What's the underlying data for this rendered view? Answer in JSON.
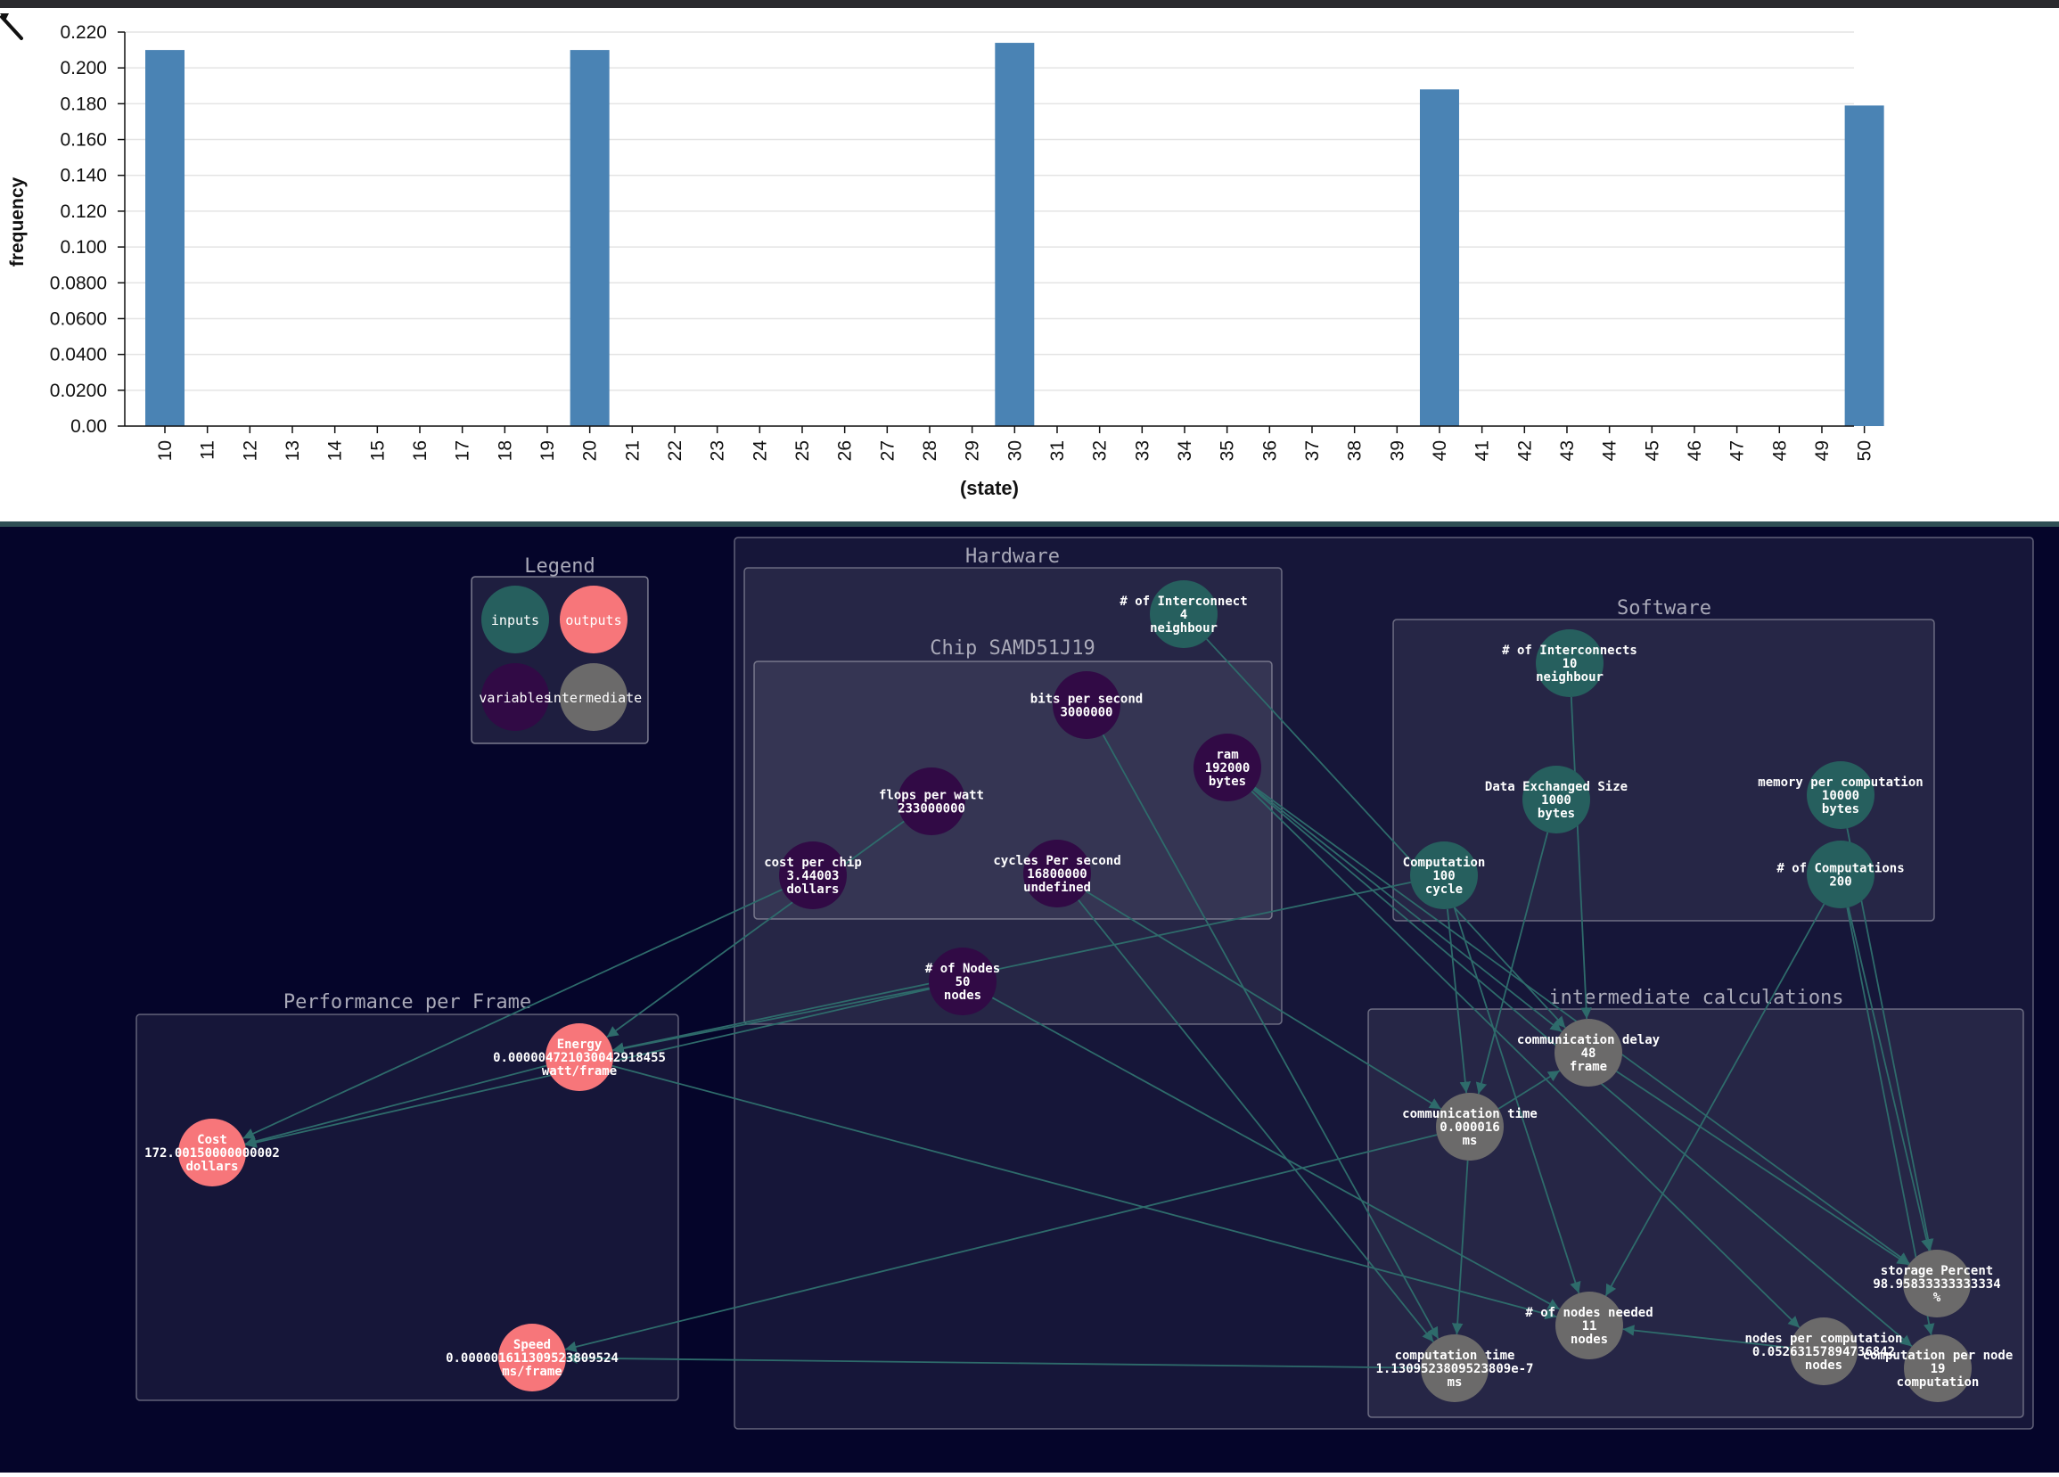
{
  "toolbar": {
    "tool_icon": "wrench-icon"
  },
  "chart_data": {
    "type": "bar",
    "categories": [
      "10",
      "11",
      "12",
      "13",
      "14",
      "15",
      "16",
      "17",
      "18",
      "19",
      "20",
      "21",
      "22",
      "23",
      "24",
      "25",
      "26",
      "27",
      "28",
      "29",
      "30",
      "31",
      "32",
      "33",
      "34",
      "35",
      "36",
      "37",
      "38",
      "39",
      "40",
      "41",
      "42",
      "43",
      "44",
      "45",
      "46",
      "47",
      "48",
      "49",
      "50"
    ],
    "values": [
      0.21,
      0,
      0,
      0,
      0,
      0,
      0,
      0,
      0,
      0,
      0.21,
      0,
      0,
      0,
      0,
      0,
      0,
      0,
      0,
      0,
      0.214,
      0,
      0,
      0,
      0,
      0,
      0,
      0,
      0,
      0,
      0.188,
      0,
      0,
      0,
      0,
      0,
      0,
      0,
      0,
      0,
      0.179
    ],
    "yticks": [
      "0.00",
      "0.0200",
      "0.0400",
      "0.0600",
      "0.0800",
      "0.100",
      "0.120",
      "0.140",
      "0.160",
      "0.180",
      "0.200",
      "0.220"
    ],
    "xlabel": "(state)",
    "ylabel": "frequency",
    "ylim": [
      0,
      0.22
    ],
    "grid": true,
    "bar_color": "#4a83b4"
  },
  "graph": {
    "colors": {
      "inputs": "#265f5e",
      "outputs": "#f7767a",
      "variables": "#310a45",
      "intermediate": "#6b6a6a",
      "edge": "#2e6b6b"
    },
    "legend": {
      "title": "Legend",
      "items": [
        {
          "label": "inputs",
          "kind": "inputs"
        },
        {
          "label": "outputs",
          "kind": "outputs"
        },
        {
          "label": "variables",
          "kind": "variables"
        },
        {
          "label": "intermediate",
          "kind": "intermediate"
        }
      ]
    },
    "groups": [
      {
        "id": "hardware",
        "title": "Hardware"
      },
      {
        "id": "hardware-inner",
        "title": ""
      },
      {
        "id": "chip",
        "title": "Chip SAMD51J19"
      },
      {
        "id": "software",
        "title": "Software"
      },
      {
        "id": "performance",
        "title": "Performance per Frame"
      },
      {
        "id": "intermediate",
        "title": "intermediate calculations"
      }
    ],
    "nodes": [
      {
        "id": "hw_interconnect",
        "kind": "inputs",
        "lines": [
          "# of Interconnect",
          "4",
          "neighbour"
        ]
      },
      {
        "id": "bits",
        "kind": "variables",
        "lines": [
          "bits per second",
          "3000000"
        ]
      },
      {
        "id": "ram",
        "kind": "variables",
        "lines": [
          "ram",
          "192000",
          "bytes"
        ]
      },
      {
        "id": "flops",
        "kind": "variables",
        "lines": [
          "flops per watt",
          "233000000"
        ]
      },
      {
        "id": "cost_chip",
        "kind": "variables",
        "lines": [
          "cost per chip",
          "3.44003",
          "dollars"
        ]
      },
      {
        "id": "cycles",
        "kind": "variables",
        "lines": [
          "cycles Per second",
          "16800000",
          "undefined"
        ]
      },
      {
        "id": "nodes",
        "kind": "variables",
        "lines": [
          "# of Nodes",
          "50",
          "nodes"
        ]
      },
      {
        "id": "sw_interconnects",
        "kind": "inputs",
        "lines": [
          "# of Interconnects",
          "10",
          "neighbour"
        ]
      },
      {
        "id": "data_size",
        "kind": "inputs",
        "lines": [
          "Data Exchanged Size",
          "1000",
          "bytes"
        ]
      },
      {
        "id": "mem_comp",
        "kind": "inputs",
        "lines": [
          "memory per computation",
          "10000",
          "bytes"
        ]
      },
      {
        "id": "computation",
        "kind": "inputs",
        "lines": [
          "Computation",
          "100",
          "cycle"
        ]
      },
      {
        "id": "num_comp",
        "kind": "inputs",
        "lines": [
          "# of Computations",
          "200"
        ]
      },
      {
        "id": "energy",
        "kind": "outputs",
        "lines": [
          "Energy",
          "0.000004721030042918455",
          "watt/frame"
        ]
      },
      {
        "id": "cost",
        "kind": "outputs",
        "lines": [
          "Cost",
          "172.00150000000002",
          "dollars"
        ]
      },
      {
        "id": "speed",
        "kind": "outputs",
        "lines": [
          "Speed",
          "0.0000016113095238095​24",
          "ms/frame"
        ]
      },
      {
        "id": "comm_delay",
        "kind": "intermediate",
        "lines": [
          "communication delay",
          "48",
          "frame"
        ]
      },
      {
        "id": "comm_time",
        "kind": "intermediate",
        "lines": [
          "communication time",
          "0.000016",
          "ms"
        ]
      },
      {
        "id": "nodes_needed",
        "kind": "intermediate",
        "lines": [
          "# of nodes needed",
          "11",
          "nodes"
        ]
      },
      {
        "id": "storage",
        "kind": "intermediate",
        "lines": [
          "storage Percent",
          "98.95833333333334",
          "%"
        ]
      },
      {
        "id": "nodes_per_comp",
        "kind": "intermediate",
        "lines": [
          "nodes per computation",
          "0.05263157894736842",
          "nodes"
        ]
      },
      {
        "id": "comp_per_node",
        "kind": "intermediate",
        "lines": [
          "computation per node",
          "19",
          "computation"
        ]
      },
      {
        "id": "comp_time",
        "kind": "intermediate",
        "lines": [
          "computation time",
          "1.1309523809523809e-7",
          "ms"
        ]
      }
    ],
    "edges": [
      [
        "cost_chip",
        "cost"
      ],
      [
        "nodes",
        "cost"
      ],
      [
        "flops",
        "energy"
      ],
      [
        "nodes",
        "energy"
      ],
      [
        "computation",
        "energy"
      ],
      [
        "energy",
        "cost"
      ],
      [
        "comm_time",
        "speed"
      ],
      [
        "comp_time",
        "speed"
      ],
      [
        "nodes",
        "nodes_needed"
      ],
      [
        "hw_interconnect",
        "comm_delay"
      ],
      [
        "bits",
        "comp_time"
      ],
      [
        "ram",
        "comm_delay"
      ],
      [
        "ram",
        "storage"
      ],
      [
        "ram",
        "nodes_per_comp"
      ],
      [
        "cycles",
        "comp_time"
      ],
      [
        "sw_interconnects",
        "comm_delay"
      ],
      [
        "data_size",
        "comm_time"
      ],
      [
        "computation",
        "comm_time"
      ],
      [
        "computation",
        "nodes_needed"
      ],
      [
        "num_comp",
        "nodes_needed"
      ],
      [
        "num_comp",
        "storage"
      ],
      [
        "num_comp",
        "comp_per_node"
      ],
      [
        "mem_comp",
        "storage"
      ],
      [
        "comm_delay",
        "storage"
      ],
      [
        "comm_time",
        "comm_delay"
      ],
      [
        "comm_time",
        "comp_time"
      ],
      [
        "nodes_per_comp",
        "nodes_needed"
      ],
      [
        "energy",
        "nodes_needed"
      ],
      [
        "ram",
        "comp_per_node"
      ],
      [
        "cycles",
        "comm_time"
      ]
    ]
  }
}
